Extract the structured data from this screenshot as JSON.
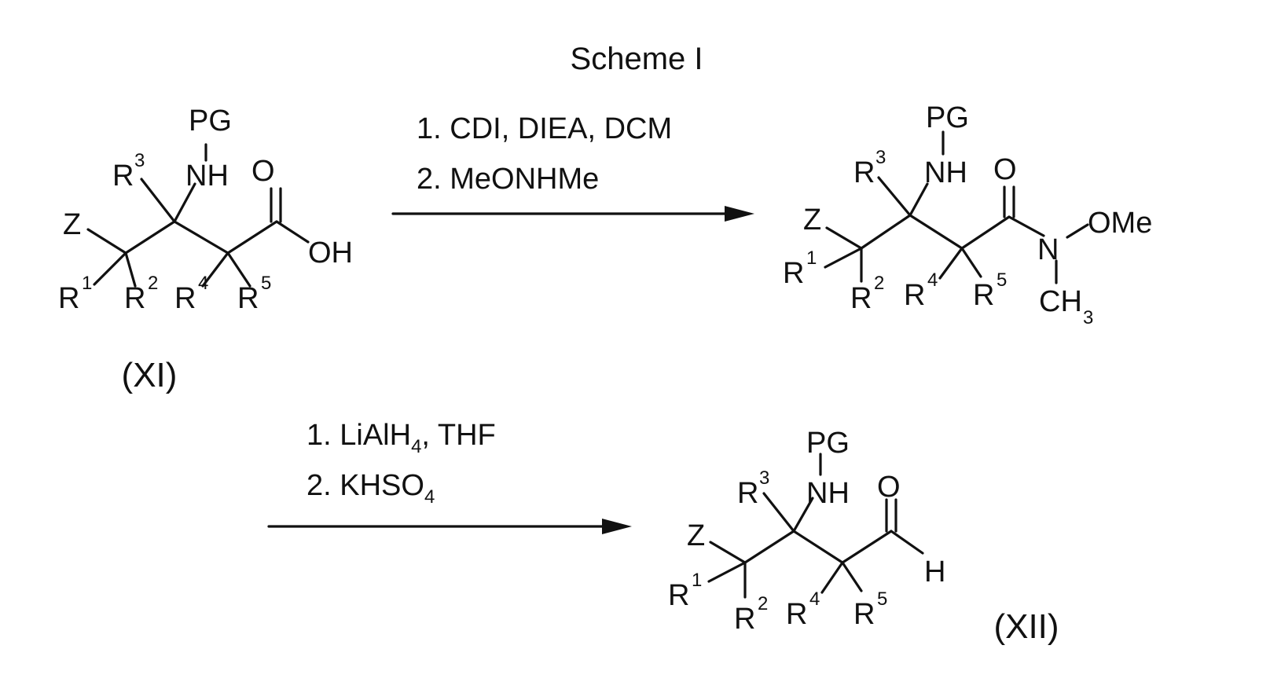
{
  "scheme": {
    "title": "Scheme I",
    "step1": {
      "line1": "1. CDI, DIEA, DCM",
      "line2": "2. MeONHMe"
    },
    "step2": {
      "line1_main": "1. LiAlH",
      "line1_sub": "4",
      "line1_rest": ", THF",
      "line2_main": "2. KHSO",
      "line2_sub": "4"
    }
  },
  "labels": {
    "PG": "PG",
    "NH": "NH",
    "O": "O",
    "OH": "OH",
    "H": "H",
    "Z": "Z",
    "R": "R",
    "N": "N",
    "OMe": "OMe",
    "CH": "CH",
    "three": "3",
    "sup1": "1",
    "sup2": "2",
    "sup3": "3",
    "sup4": "4",
    "sup5": "5"
  },
  "compounds": {
    "start": "(XI)",
    "product": "(XII)"
  }
}
